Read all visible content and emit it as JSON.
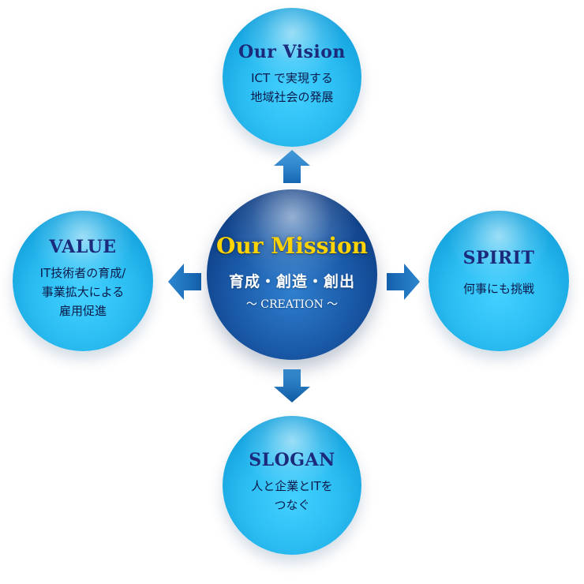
{
  "center": {
    "title": "Our Mission",
    "main": "育成・創造・創出",
    "sub": "〜 CREATION 〜"
  },
  "nodes": {
    "vision": {
      "title": "Our Vision",
      "text": "ICT で実現する\n地域社会の発展"
    },
    "value": {
      "title": "VALUE",
      "text": "IT技術者の育成/\n事業拡大による\n雇用促進"
    },
    "spirit": {
      "title": "SPIRIT",
      "text": "何事にも挑戦"
    },
    "slogan": {
      "title": "SLOGAN",
      "text": "人と企業とITを\nつなぐ"
    }
  },
  "colors": {
    "sphere_light": "#2bbdf2",
    "sphere_dark": "#1a5aa8",
    "title_navy": "#1b2a7a",
    "mission_yellow": "#ffd400",
    "arrow_blue": "#1a7bc4"
  }
}
